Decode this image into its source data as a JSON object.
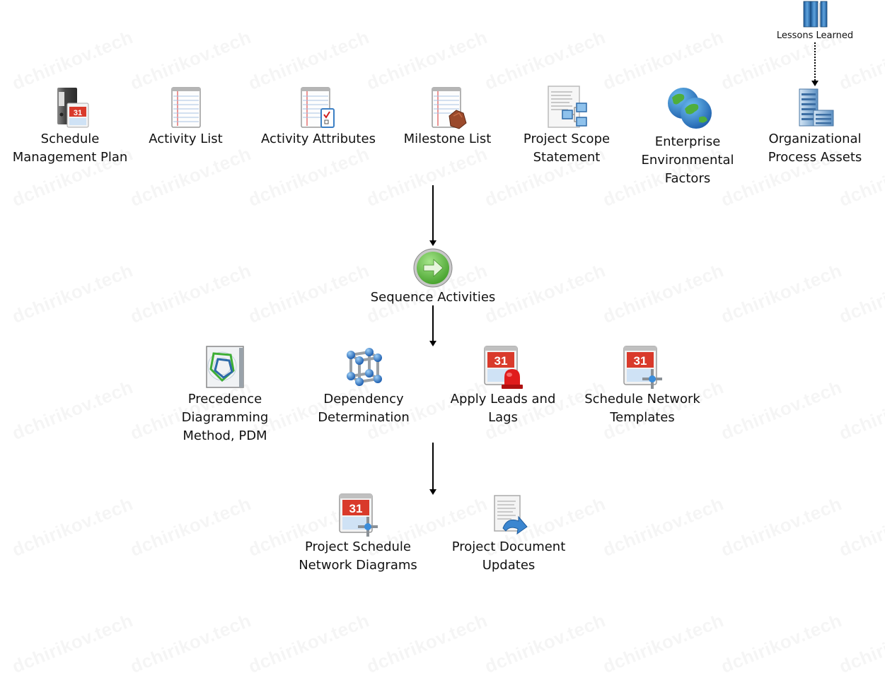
{
  "watermark": "dchirikov.tech",
  "process": {
    "name": "Sequence Activities",
    "icon": "green-arrow-circle-icon"
  },
  "source": {
    "label": "Lessons Learned",
    "icon": "books-icon",
    "connector": "dotted-arrow"
  },
  "inputs": [
    {
      "label_lines": [
        "Schedule",
        "Management Plan"
      ],
      "icon": "binder-calendar-icon"
    },
    {
      "label_lines": [
        "Activity List"
      ],
      "icon": "notepad-icon"
    },
    {
      "label_lines": [
        "Activity Attributes"
      ],
      "icon": "notepad-checklist-icon"
    },
    {
      "label_lines": [
        "Milestone List"
      ],
      "icon": "notepad-rock-icon"
    },
    {
      "label_lines": [
        "Project Scope",
        "Statement"
      ],
      "icon": "document-hierarchy-icon"
    },
    {
      "label_lines": [
        "Enterprise",
        "Environmental",
        "Factors"
      ],
      "icon": "globes-icon"
    },
    {
      "label_lines": [
        "Organizational",
        "Process Assets"
      ],
      "icon": "office-building-icon"
    }
  ],
  "tools": [
    {
      "label_lines": [
        "Precedence",
        "Diagramming",
        "Method, PDM"
      ],
      "icon": "radar-chart-icon"
    },
    {
      "label_lines": [
        "Dependency",
        "Determination"
      ],
      "icon": "molecule-cube-icon"
    },
    {
      "label_lines": [
        "Apply Leads and",
        "Lags"
      ],
      "icon": "calendar-alarm-icon"
    },
    {
      "label_lines": [
        "Schedule Network",
        "Templates"
      ],
      "icon": "calendar-network-icon"
    }
  ],
  "outputs": [
    {
      "label_lines": [
        "Project Schedule",
        "Network Diagrams"
      ],
      "icon": "calendar-network-icon"
    },
    {
      "label_lines": [
        "Project Document",
        "Updates"
      ],
      "icon": "document-arrow-icon"
    }
  ],
  "colors": {
    "arrow": "#000000",
    "calendar_red": "#d93a2b",
    "accent_blue": "#3b7fc4",
    "process_green": "#5cb83a"
  }
}
